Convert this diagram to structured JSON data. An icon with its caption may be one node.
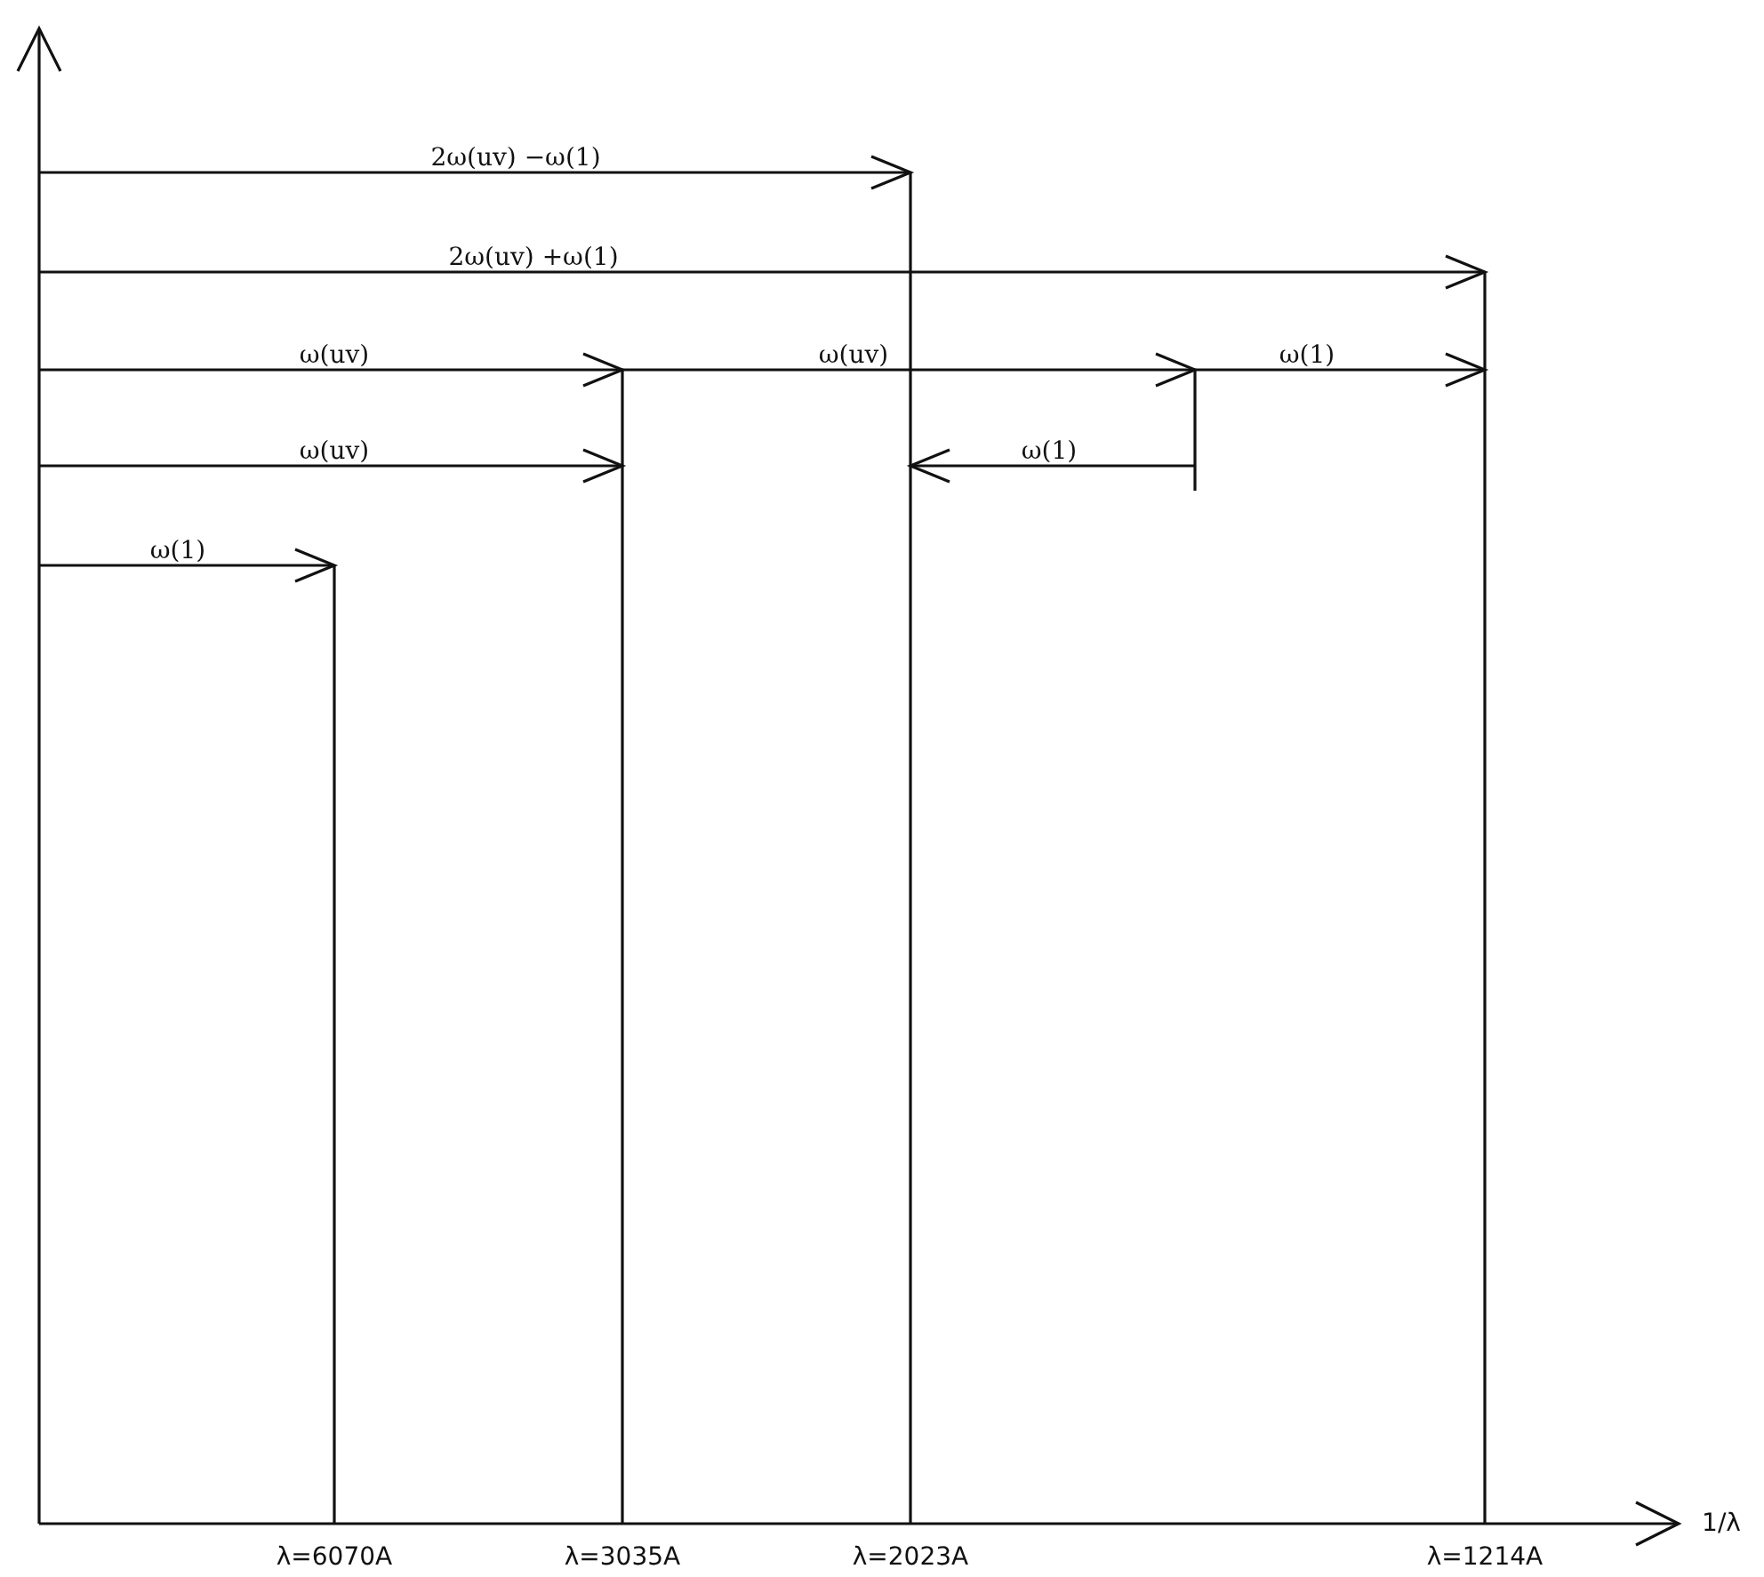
{
  "diagram": {
    "labels": [
      "2ω(uv) −ω(1)",
      "2ω(uv) +ω(1)",
      "ω(uv)",
      "ω(uv)",
      "ω(1)",
      "ω(uv)",
      "ω(1)",
      "ω(1)",
      "λ=6070A",
      "λ=3035A",
      "λ=2023A",
      "λ=1214A",
      "1/λ"
    ]
  }
}
